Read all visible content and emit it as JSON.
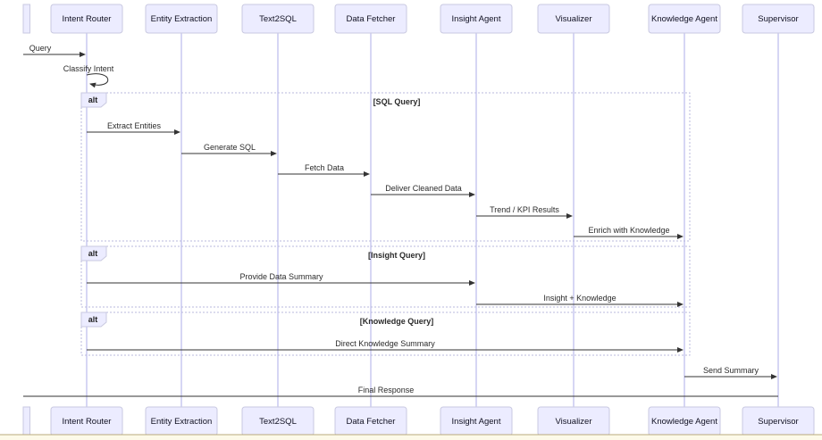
{
  "diagram": {
    "participants": [
      {
        "name": "Intent Router"
      },
      {
        "name": "Entity Extraction"
      },
      {
        "name": "Text2SQL"
      },
      {
        "name": "Data Fetcher"
      },
      {
        "name": "Insight Agent"
      },
      {
        "name": "Visualizer"
      },
      {
        "name": "Knowledge Agent"
      },
      {
        "name": "Supervisor"
      }
    ],
    "messages": [
      {
        "label": "Query"
      },
      {
        "label": "Classify Intent"
      },
      {
        "label": "Extract Entities"
      },
      {
        "label": "Generate SQL"
      },
      {
        "label": "Fetch Data"
      },
      {
        "label": "Deliver Cleaned Data"
      },
      {
        "label": "Trend / KPI Results"
      },
      {
        "label": "Enrich with Knowledge"
      },
      {
        "label": "Provide Data Summary"
      },
      {
        "label": "Insight + Knowledge"
      },
      {
        "label": "Direct Knowledge Summary"
      },
      {
        "label": "Send Summary"
      },
      {
        "label": "Final Response"
      }
    ],
    "fragments": [
      {
        "tag": "alt",
        "condition": "[SQL Query]"
      },
      {
        "tag": "alt",
        "condition": "[Insight Query]"
      },
      {
        "tag": "alt",
        "condition": "[Knowledge Query]"
      }
    ],
    "colors": {
      "participant_fill": "#ECECFF",
      "participant_border": "#c9c9e0",
      "lifeline": "#c5c5f0",
      "arrow": "#333333",
      "fragment_border": "#b9b9de",
      "footer_fill": "#fdfae9",
      "footer_border": "#b9a97c"
    }
  }
}
